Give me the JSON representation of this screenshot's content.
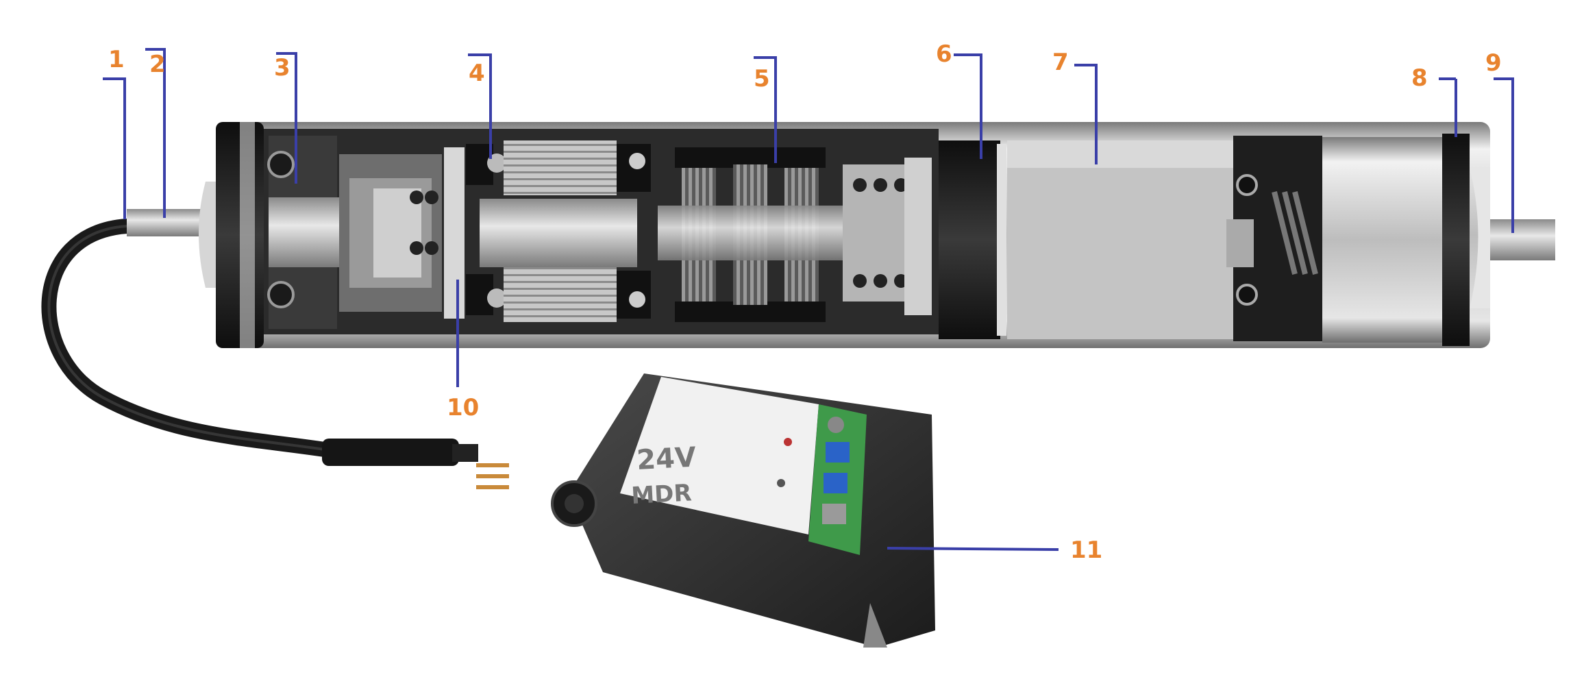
{
  "callouts": [
    {
      "id": "1",
      "label": "1"
    },
    {
      "id": "2",
      "label": "2"
    },
    {
      "id": "3",
      "label": "3"
    },
    {
      "id": "4",
      "label": "4"
    },
    {
      "id": "5",
      "label": "5"
    },
    {
      "id": "6",
      "label": "6"
    },
    {
      "id": "7",
      "label": "7"
    },
    {
      "id": "8",
      "label": "8"
    },
    {
      "id": "9",
      "label": "9"
    },
    {
      "id": "10",
      "label": "10"
    },
    {
      "id": "11",
      "label": "11"
    }
  ],
  "controller": {
    "voltage_text": "24V",
    "type_text": "MDR"
  },
  "colors": {
    "label": "#e8832e",
    "leader": "#3a3fa8",
    "tube_dark": "#2a2a2a",
    "tube_light": "#d9d9d9",
    "controller_body": "#3b3b3b",
    "terminal_green": "#3f9a4a",
    "terminal_blue": "#2a63c8"
  }
}
